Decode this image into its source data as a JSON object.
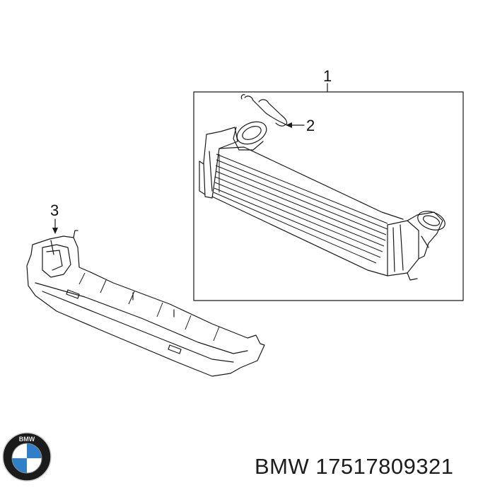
{
  "callouts": [
    {
      "id": "1",
      "text": "1"
    },
    {
      "id": "2",
      "text": "2"
    },
    {
      "id": "3",
      "text": "3"
    }
  ],
  "caption": {
    "brand": "BMW",
    "part_number": "17517809321"
  },
  "logo": {
    "name": "bmw-roundel",
    "text": "BMW",
    "colors": {
      "ring": "#1b1b1b",
      "blue": "#2f7fc9",
      "white": "#ffffff"
    }
  }
}
